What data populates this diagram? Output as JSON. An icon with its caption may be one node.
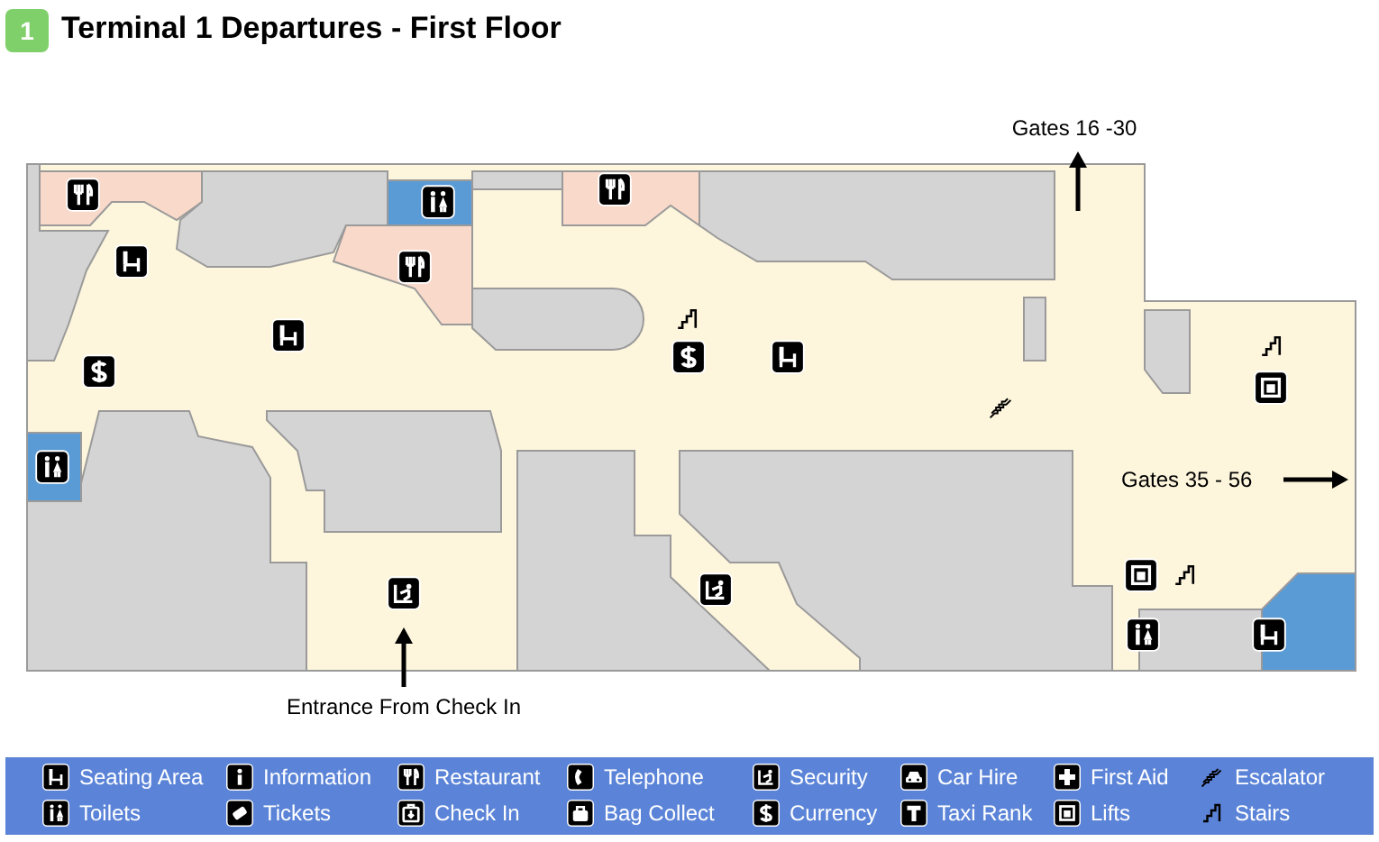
{
  "diagram": {
    "title": "Terminal 1 Departures - First Floor",
    "labels": [
      "1",
      "Gates 16 -30",
      "Gates 35 - 56",
      "Entrance From Check In"
    ],
    "legend": [
      {
        "text": "Seating Area"
      },
      {
        "text": "Information"
      },
      {
        "text": "Restaurant"
      },
      {
        "text": "Telephone"
      },
      {
        "text": "Security"
      },
      {
        "text": "Car Hire"
      },
      {
        "text": "First Aid"
      },
      {
        "text": "Escalator"
      },
      {
        "text": "Toilets"
      },
      {
        "text": "Tickets"
      },
      {
        "text": "Check In"
      },
      {
        "text": "Bag Collect"
      },
      {
        "text": "Currency"
      },
      {
        "text": "Taxi Rank"
      },
      {
        "text": "Lifts"
      },
      {
        "text": "Stairs"
      }
    ]
  }
}
